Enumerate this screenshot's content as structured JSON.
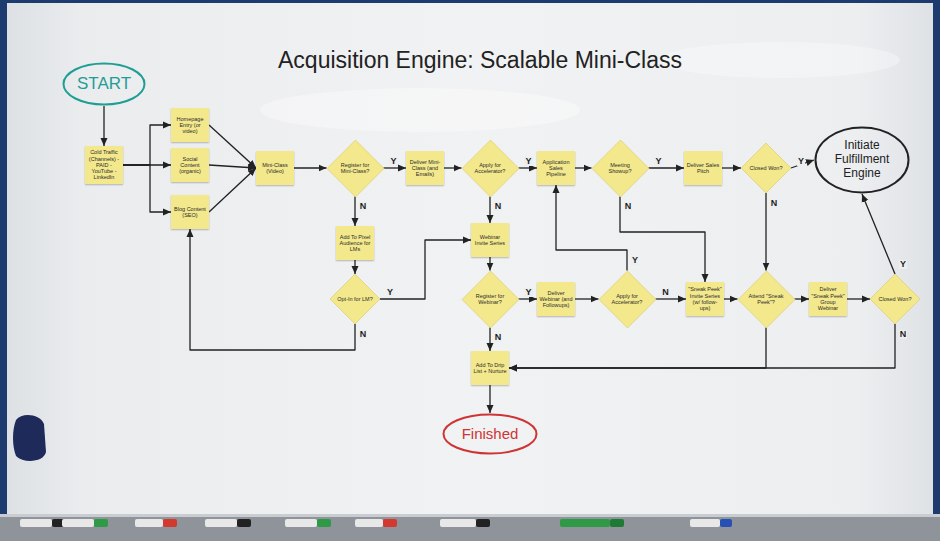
{
  "diagram": {
    "title": "Acquisition Engine: Scalable Mini-Class",
    "nodes": [
      {
        "text": [
          "START"
        ]
      },
      {
        "text": [
          "Cold Traffic (Channels) - PAID - YouTube - LinkedIn"
        ]
      },
      {
        "text": [
          "Homepage Entry (or video)"
        ]
      },
      {
        "text": [
          "Social Content (organic)"
        ]
      },
      {
        "text": [
          "Blog Content (SEO)"
        ]
      },
      {
        "text": [
          "Mini-Class (Video)"
        ]
      },
      {
        "text": [
          "Register for Mini-Class?"
        ]
      },
      {
        "text": [
          "Deliver Mini-Class (and Emails)"
        ]
      },
      {
        "text": [
          "Apply for Accelerator?"
        ]
      },
      {
        "text": [
          "Application Sales Pipeline"
        ]
      },
      {
        "text": [
          "Meeting Showup?"
        ]
      },
      {
        "text": [
          "Deliver Sales Pitch"
        ]
      },
      {
        "text": [
          "Closed Won?"
        ]
      },
      {
        "text": [
          "Initiate Fulfillment Engine"
        ]
      },
      {
        "text": [
          "Add To Pixel Audience for LMs"
        ]
      },
      {
        "text": [
          "Opt-In for LM?"
        ]
      },
      {
        "text": [
          "Webinar Invite Series"
        ]
      },
      {
        "text": [
          "Register for Webinar?"
        ]
      },
      {
        "text": [
          "Deliver Webinar (and Followups)"
        ]
      },
      {
        "text": [
          "Apply for Accelerator?"
        ]
      },
      {
        "text": [
          "\"Sneak Peek\" Invite Series (w/ follow-ups)"
        ]
      },
      {
        "text": [
          "Attend \"Sneak Peek\"?"
        ]
      },
      {
        "text": [
          "Deliver \"Sneak Peek\" Group Webinar"
        ]
      },
      {
        "text": [
          "Closed Won?"
        ]
      },
      {
        "text": [
          "Add To Drip List + Nurture"
        ]
      },
      {
        "text": [
          "Finished"
        ]
      }
    ],
    "edges": [
      {
        "from": 0,
        "to": 1,
        "arrow": "to"
      },
      {
        "from": 1,
        "to": 2,
        "arrow": "to"
      },
      {
        "from": 1,
        "to": 3,
        "arrow": "to"
      },
      {
        "from": 1,
        "to": 4,
        "arrow": "to"
      },
      {
        "from": 2,
        "to": 5,
        "arrow": "to"
      },
      {
        "from": 3,
        "to": 5,
        "arrow": "to"
      },
      {
        "from": 4,
        "to": 5,
        "arrow": "to"
      },
      {
        "from": 5,
        "to": 6,
        "arrow": "to"
      },
      {
        "from": 6,
        "to": 7,
        "arrow": "to",
        "label": "Y"
      },
      {
        "from": 6,
        "to": 14,
        "arrow": "to",
        "label": "N"
      },
      {
        "from": 7,
        "to": 8,
        "arrow": "to"
      },
      {
        "from": 8,
        "to": 9,
        "arrow": "to",
        "label": "Y"
      },
      {
        "from": 8,
        "to": 16,
        "arrow": "to",
        "label": "N"
      },
      {
        "from": 9,
        "to": 10,
        "arrow": "to"
      },
      {
        "from": 10,
        "to": 11,
        "arrow": "to",
        "label": "Y"
      },
      {
        "from": 10,
        "to": 20,
        "arrow": "to",
        "label": "N"
      },
      {
        "from": 11,
        "to": 12,
        "arrow": "to"
      },
      {
        "from": 12,
        "to": 13,
        "arrow": "to",
        "label": "Y"
      },
      {
        "from": 12,
        "to": 21,
        "arrow": "to",
        "label": "N"
      },
      {
        "from": 14,
        "to": 15,
        "arrow": "to"
      },
      {
        "from": 15,
        "to": 16,
        "arrow": "to",
        "label": "Y"
      },
      {
        "from": 15,
        "to": 4,
        "arrow": "to",
        "label": "N"
      },
      {
        "from": 16,
        "to": 17,
        "arrow": "to"
      },
      {
        "from": 17,
        "to": 18,
        "arrow": "to",
        "label": "Y"
      },
      {
        "from": 17,
        "to": 24,
        "arrow": "to",
        "label": "N"
      },
      {
        "from": 18,
        "to": 19,
        "arrow": "to"
      },
      {
        "from": 19,
        "to": 9,
        "arrow": "to",
        "label": "Y"
      },
      {
        "from": 19,
        "to": 20,
        "arrow": "to",
        "label": "N"
      },
      {
        "from": 20,
        "to": 21,
        "arrow": "to"
      },
      {
        "from": 21,
        "to": 22,
        "arrow": "to"
      },
      {
        "from": 21,
        "to": 24,
        "arrow": "to"
      },
      {
        "from": 22,
        "to": 23,
        "arrow": "to"
      },
      {
        "from": 23,
        "to": 13,
        "arrow": "to",
        "label": "Y"
      },
      {
        "from": 23,
        "to": 24,
        "arrow": "to",
        "label": "N"
      },
      {
        "from": 24,
        "to": 25,
        "arrow": "to"
      }
    ]
  }
}
